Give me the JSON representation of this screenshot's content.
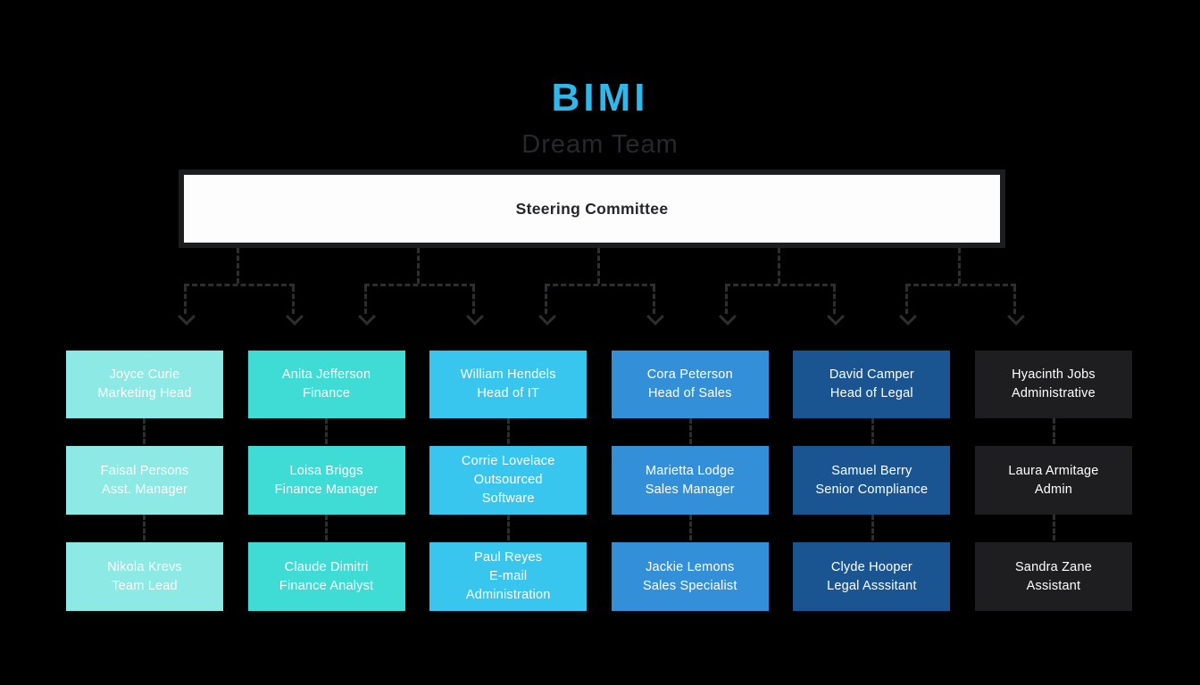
{
  "header": {
    "title": "BIMI",
    "subtitle": "Dream Team"
  },
  "root_node": {
    "label": "Steering Committee"
  },
  "org": {
    "columns": [
      {
        "department_color": "#8ce9e3",
        "members": [
          {
            "name": "Joyce Curie",
            "role": "Marketing Head"
          },
          {
            "name": "Faisal Persons",
            "role": "Asst. Manager"
          },
          {
            "name": "Nikola Krevs",
            "role": "Team Lead"
          }
        ]
      },
      {
        "department_color": "#3edcd5",
        "members": [
          {
            "name": "Anita Jefferson",
            "role": "Finance"
          },
          {
            "name": "Loisa Briggs",
            "role": "Finance Manager"
          },
          {
            "name": "Claude Dimitri",
            "role": "Finance Analyst"
          }
        ]
      },
      {
        "department_color": "#38c6ef",
        "members": [
          {
            "name": "William Hendels",
            "role": "Head of IT"
          },
          {
            "name": "Corrie Lovelace",
            "role": "Outsourced\nSoftware"
          },
          {
            "name": "Paul Reyes",
            "role": "E-mail\nAdministration"
          }
        ]
      },
      {
        "department_color": "#3390d8",
        "members": [
          {
            "name": "Cora Peterson",
            "role": "Head of Sales"
          },
          {
            "name": "Marietta Lodge",
            "role": "Sales Manager"
          },
          {
            "name": "Jackie Lemons",
            "role": "Sales Specialist"
          }
        ]
      },
      {
        "department_color": "#1a5591",
        "members": [
          {
            "name": "David Camper",
            "role": "Head of Legal"
          },
          {
            "name": "Samuel Berry",
            "role": "Senior Compliance"
          },
          {
            "name": "Clyde Hooper",
            "role": "Legal Asssitant"
          }
        ]
      },
      {
        "department_color": "#1e1e20",
        "members": [
          {
            "name": "Hyacinth Jobs",
            "role": "Administrative"
          },
          {
            "name": "Laura Armitage",
            "role": "Admin"
          },
          {
            "name": "Sandra Zane",
            "role": "Assistant"
          }
        ]
      }
    ]
  },
  "colors": {
    "background": "#000000",
    "accent_title": "#2fb8e9",
    "subtitle_text": "#26282b",
    "connector_line": "#2c2e2f",
    "root_fill": "#fdfdfd",
    "root_border": "#1b1d1e",
    "root_text": "#232528",
    "member_text": "#ffffff"
  }
}
